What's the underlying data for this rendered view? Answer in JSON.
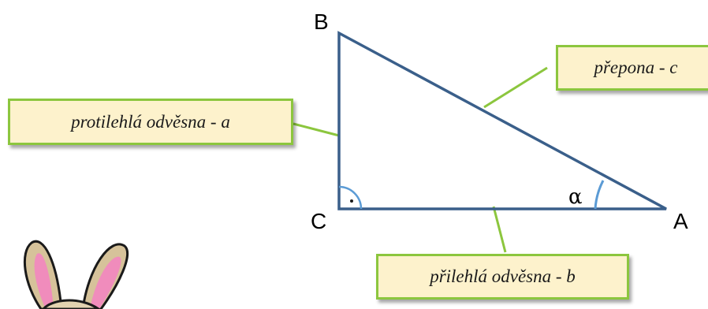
{
  "vertices": {
    "a": "A",
    "b": "B",
    "c": "C"
  },
  "angle_symbol": "α",
  "right_angle_mark": "·",
  "labels": {
    "opposite_leg": "protilehlá odvěsna - a",
    "hypotenuse": "přepona - c",
    "adjacent_leg": "přilehlá odvěsna - b"
  },
  "colors": {
    "triangle_stroke": "#3a5f8a",
    "angle_arc": "#5b9bd5",
    "callout_border": "#8cc63e",
    "callout_fill": "#fdf2cc",
    "connector": "#8cc63e"
  },
  "icons": {
    "mascot": "bunny-ears-icon"
  }
}
